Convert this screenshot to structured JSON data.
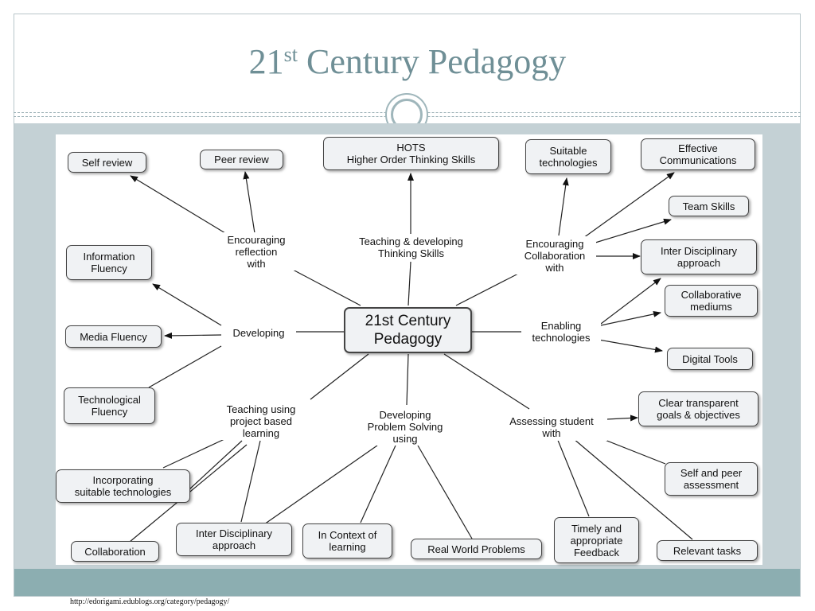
{
  "slide": {
    "title_main": "21",
    "title_sup": "st",
    "title_rest": " Century Pedagogy",
    "footer_url": "http://edorigami.edublogs.org/category/pedagogy/"
  },
  "diagram": {
    "center": "21st Century\nPedagogy",
    "labels": {
      "encouraging_reflection": "Encouraging\nreflection\nwith",
      "thinking_skills": "Teaching & developing\nThinking Skills",
      "encouraging_collaboration": "Encouraging\nCollaboration\nwith",
      "developing": "Developing",
      "enabling_technologies": "Enabling\ntechnologies",
      "project_based": "Teaching using\nproject based\nlearning",
      "problem_solving": "Developing\nProblem Solving\nusing",
      "assessing": "Assessing student\nwith"
    },
    "nodes": {
      "self_review": "Self review",
      "peer_review": "Peer review",
      "hots": "HOTS\nHigher Order Thinking Skills",
      "suitable_technologies": "Suitable\ntechnologies",
      "effective_communications": "Effective\nCommunications",
      "team_skills": "Team Skills",
      "inter_disciplinary_top": "Inter Disciplinary\napproach",
      "collaborative_mediums": "Collaborative\nmediums",
      "digital_tools": "Digital Tools",
      "information_fluency": "Information\nFluency",
      "media_fluency": "Media Fluency",
      "technological_fluency": "Technological\nFluency",
      "clear_goals": "Clear transparent\ngoals & objectives",
      "self_peer_assessment": "Self and peer\nassessment",
      "incorporating_tech": "Incorporating\nsuitable technologies",
      "collaboration": "Collaboration",
      "inter_disciplinary_bottom": "Inter Disciplinary\napproach",
      "in_context": "In Context of\nlearning",
      "real_world": "Real World Problems",
      "timely_feedback": "Timely and\nappropriate\nFeedback",
      "relevant_tasks": "Relevant tasks"
    }
  }
}
